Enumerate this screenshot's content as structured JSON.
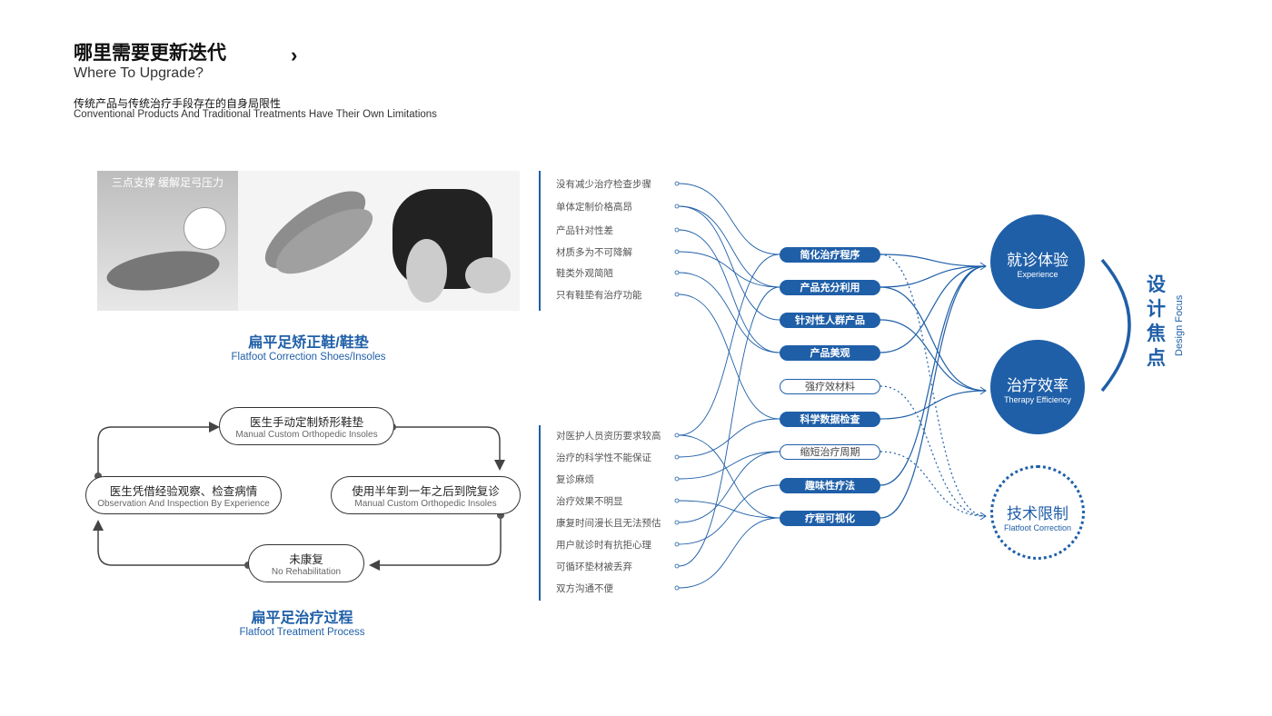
{
  "header": {
    "title_zh": "哪里需要更新迭代",
    "title_en": "Where To Upgrade?",
    "sub_zh": "传统产品与传统治疗手段存在的自身局限性",
    "sub_en": "Conventional Products And Traditional Treatments Have Their Own Limitations",
    "chevron": "›"
  },
  "photo_panel": {
    "headline": "三点支撑 缓解足弓压力",
    "caption_zh": "扁平足矫正鞋/鞋垫",
    "caption_en": "Flatfoot Correction Shoes/Insoles"
  },
  "process": {
    "steps": [
      {
        "zh": "医生手动定制矫形鞋垫",
        "en": "Manual Custom Orthopedic Insoles"
      },
      {
        "zh": "使用半年到一年之后到院复诊",
        "en": "Manual Custom Orthopedic Insoles"
      },
      {
        "zh": "未康复",
        "en": "No Rehabilitation"
      },
      {
        "zh": "医生凭借经验观察、检查病情",
        "en": "Observation And Inspection By Experience"
      }
    ],
    "caption_zh": "扁平足治疗过程",
    "caption_en": "Flatfoot Treatment Process"
  },
  "issues": [
    "没有减少治疗检查步骤",
    "单体定制价格高昂",
    "产品针对性差",
    "材质多为不可降解",
    "鞋类外观简陋",
    "只有鞋垫有治疗功能",
    "对医护人员资历要求较高",
    "治疗的科学性不能保证",
    "复诊麻烦",
    "治疗效果不明显",
    "康复时间漫长且无法预估",
    "用户就诊时有抗拒心理",
    "可循环垫材被丢弃",
    "双方沟通不便"
  ],
  "solutions": [
    {
      "label": "简化治疗程序",
      "filled": true
    },
    {
      "label": "产品充分利用",
      "filled": true
    },
    {
      "label": "针对性人群产品",
      "filled": true
    },
    {
      "label": "产品美观",
      "filled": true
    },
    {
      "label": "强疗效材料",
      "filled": false
    },
    {
      "label": "科学数据检查",
      "filled": true
    },
    {
      "label": "缩短治疗周期",
      "filled": false
    },
    {
      "label": "趣味性疗法",
      "filled": true
    },
    {
      "label": "疗程可视化",
      "filled": true
    }
  ],
  "targets": [
    {
      "zh": "就诊体验",
      "en": "Experience"
    },
    {
      "zh": "治疗效率",
      "en": "Therapy Efficiency"
    },
    {
      "zh": "技术限制",
      "en": "Flatfoot Correction"
    }
  ],
  "issue_links": [
    [
      0,
      0
    ],
    [
      1,
      1
    ],
    [
      1,
      2
    ],
    [
      2,
      3
    ],
    [
      3,
      1
    ],
    [
      4,
      3
    ],
    [
      5,
      5
    ],
    [
      6,
      0
    ],
    [
      6,
      8
    ],
    [
      7,
      5
    ],
    [
      8,
      6
    ],
    [
      9,
      8
    ],
    [
      10,
      6
    ],
    [
      11,
      7
    ],
    [
      12,
      1
    ],
    [
      13,
      8
    ]
  ],
  "solution_links": [
    [
      0,
      0,
      "solid"
    ],
    [
      0,
      2,
      "dotted"
    ],
    [
      1,
      0,
      "solid"
    ],
    [
      1,
      1,
      "solid"
    ],
    [
      2,
      1,
      "solid"
    ],
    [
      3,
      0,
      "solid"
    ],
    [
      4,
      2,
      "dotted"
    ],
    [
      5,
      1,
      "solid"
    ],
    [
      6,
      2,
      "dotted"
    ],
    [
      7,
      0,
      "solid"
    ],
    [
      8,
      0,
      "solid"
    ]
  ],
  "design_focus": {
    "zh": "设计焦点",
    "en": "Design Focus"
  },
  "colors": {
    "accent": "#1f5fa8"
  }
}
